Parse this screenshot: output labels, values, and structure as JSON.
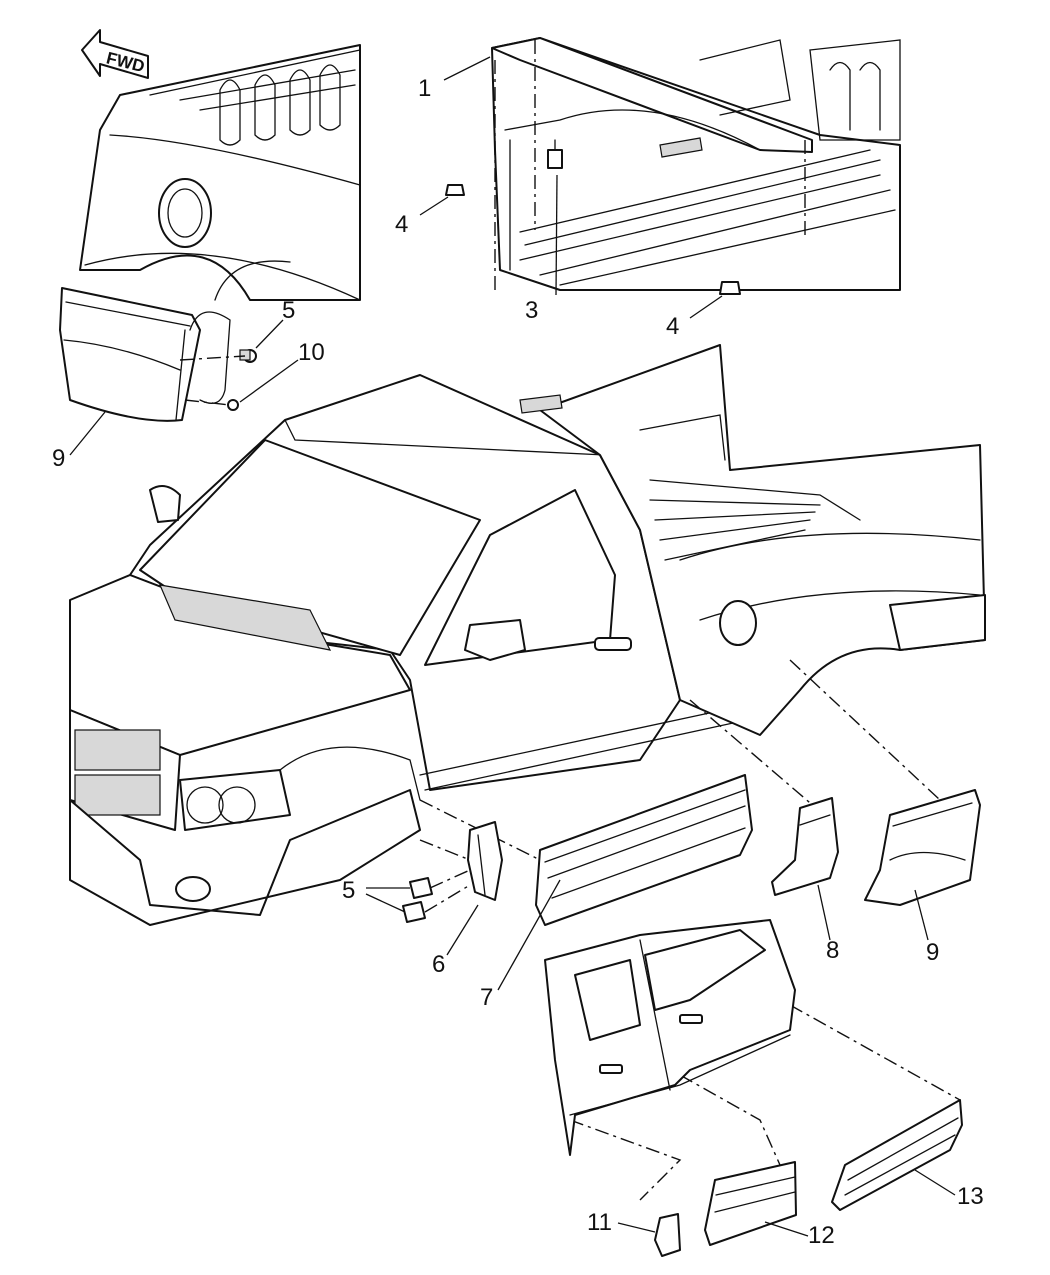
{
  "diagram": {
    "fwd_label": "FWD",
    "callouts": {
      "c1": "1",
      "c3": "3",
      "c4a": "4",
      "c4b": "4",
      "c5a": "5",
      "c5b": "5",
      "c6": "6",
      "c7": "7",
      "c8": "8",
      "c9a": "9",
      "c9b": "9",
      "c10": "10",
      "c11": "11",
      "c12": "12",
      "c13": "13"
    }
  }
}
